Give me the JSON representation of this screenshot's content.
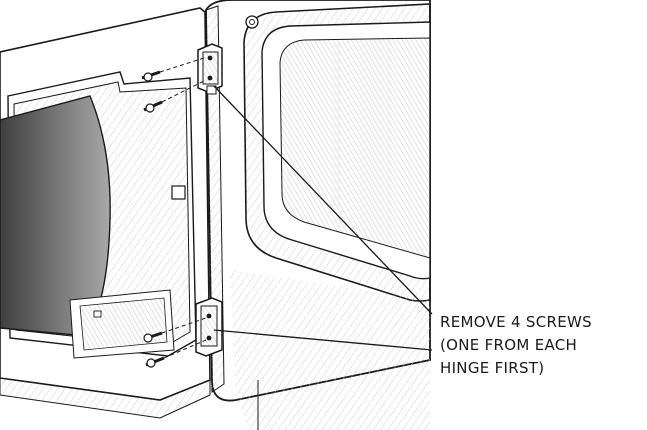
{
  "callout": {
    "line1": "REMOVE 4 SCREWS",
    "line2": "(ONE FROM EACH",
    "line3": "HINGE FIRST)"
  },
  "colors": {
    "ink": "#1a1a1a",
    "cavity_dark": "#4a4a4a",
    "cavity_mid": "#8a8a8a",
    "hatch": "#bdbdbd",
    "paper": "#ffffff"
  }
}
